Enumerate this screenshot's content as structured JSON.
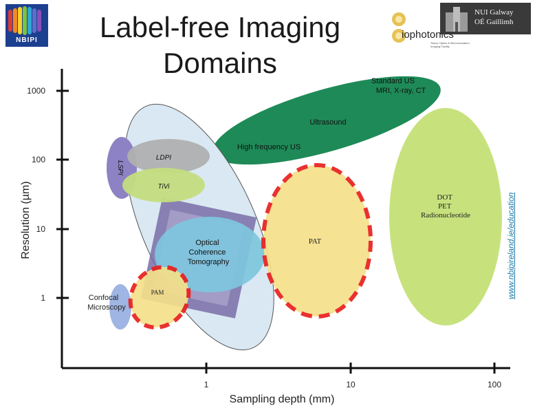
{
  "title_line1": "Label-free Imaging",
  "title_line2": "Domains",
  "logos": {
    "nbipi": "NBIPI",
    "biophotonics": "iophotonics",
    "biophotonics_tag": "Tissue Optics & Microcirculation Imaging Facility",
    "nui_line1": "NUI Galway",
    "nui_line2": "OÉ Gaillimh"
  },
  "side_link": "www.nbipireland.ie/education",
  "chart_data": {
    "type": "diagram",
    "xlabel": "Sampling depth (mm)",
    "ylabel": "Resolution (µm)",
    "x_ticks": [
      "1",
      "10",
      "100"
    ],
    "y_ticks": [
      "1000",
      "100",
      "10",
      "1"
    ],
    "x_scale": "log",
    "y_scale": "log",
    "regions": [
      {
        "label": "Standard US\nMRI, X-ray, CT",
        "color": "#1e8a57"
      },
      {
        "label": "Ultrasound",
        "color": "#1e8a57"
      },
      {
        "label": "High frequency US",
        "color": "#1e8a57"
      },
      {
        "label": "DOT\nPET\nRadionucleotide",
        "color": "#c7e27d"
      },
      {
        "label": "PAT",
        "color": "#f5e08a",
        "outline": "#e8201e"
      },
      {
        "label": "PAM",
        "color": "#f5e08a",
        "outline": "#e8201e"
      },
      {
        "label": "LDPI",
        "color": "#b0b0b0"
      },
      {
        "label": "TiVi",
        "color": "#c4dd7e"
      },
      {
        "label": "LSPI",
        "color": "#8d82c4"
      },
      {
        "label": "Optical\nCoherence\nTomography",
        "color": "#7ec6dd"
      },
      {
        "label": "Confocal\nMicroscopy",
        "color": "#9fb5e3"
      }
    ]
  }
}
